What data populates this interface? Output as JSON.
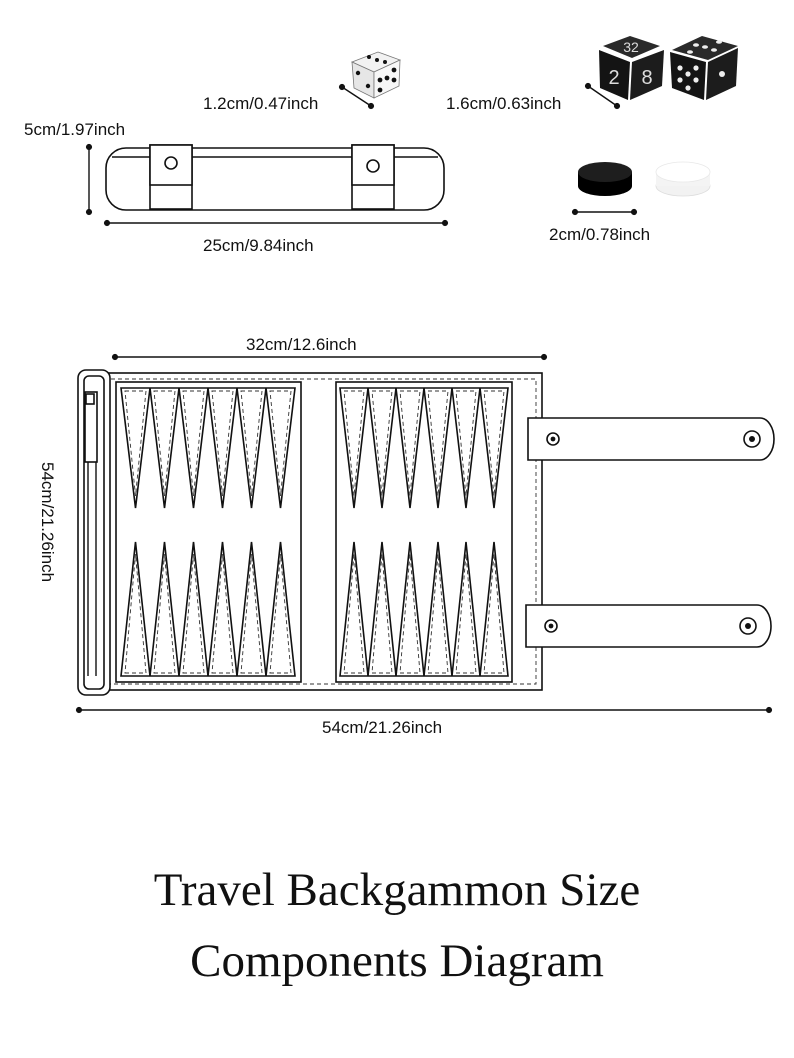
{
  "labels": {
    "small_die": "1.2cm/0.47inch",
    "large_dice": "1.6cm/0.63inch",
    "roll_height": "5cm/1.97inch",
    "roll_length": "25cm/9.84inch",
    "checker": "2cm/0.78inch",
    "board_width": "32cm/12.6inch",
    "board_height": "54cm/21.26inch",
    "open_length": "54cm/21.26inch"
  },
  "title": {
    "line1": "Travel Backgammon Size",
    "line2": "Components Diagram"
  },
  "large_die_faces": {
    "top": "32",
    "left": "2",
    "right": "8"
  },
  "colors": {
    "ink": "#111111",
    "dark_piece": "#111111",
    "light_piece": "#ffffff"
  }
}
